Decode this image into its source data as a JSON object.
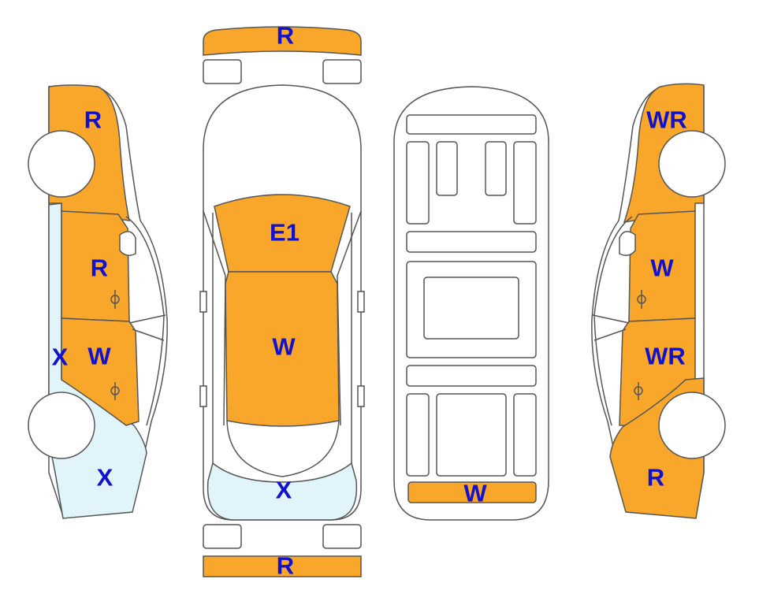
{
  "colors": {
    "damage": "#f9a72b",
    "light": "#e0f4fa",
    "label": "#1212cc",
    "outline": "#555555"
  },
  "labels": {
    "front_bumper": "R",
    "rear_bumper": "R",
    "hood": "E1",
    "roof": "W",
    "trunk": "X",
    "underbody_rear": "W",
    "left_front_fender": "R",
    "left_front_door": "R",
    "left_rear_door": "W",
    "left_rocker": "X",
    "left_rear_quarter": "X",
    "right_front_fender": "WR",
    "right_front_door": "W",
    "right_rear_door": "WR",
    "right_rear_quarter": "R"
  }
}
